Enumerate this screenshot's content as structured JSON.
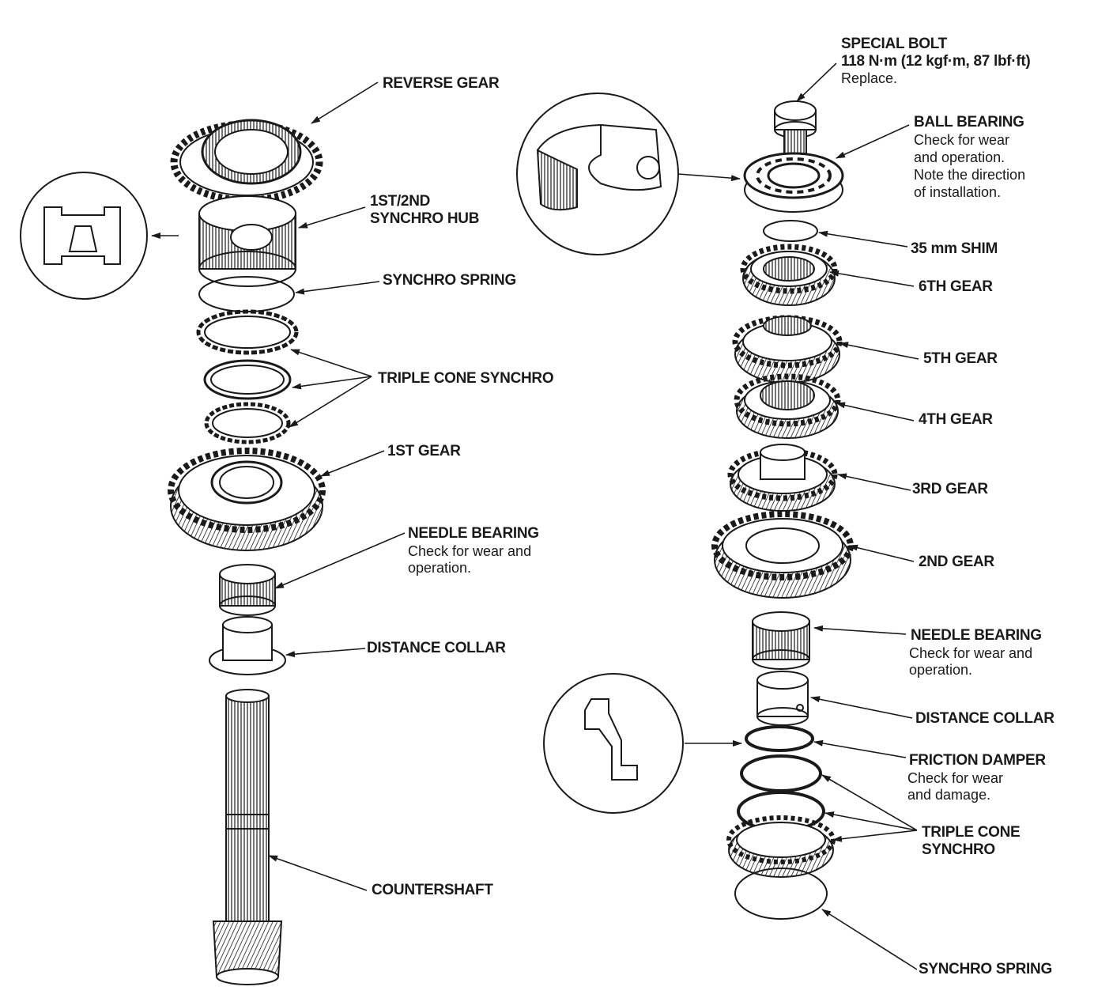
{
  "countershaft_labels": {
    "reverse_gear": "REVERSE GEAR",
    "synchro_hub_1": "1ST/2ND",
    "synchro_hub_2": "SYNCHRO HUB",
    "synchro_spring": "SYNCHRO SPRING",
    "triple_cone_synchro": "TRIPLE CONE SYNCHRO",
    "first_gear": "1ST GEAR",
    "needle_bearing": "NEEDLE BEARING",
    "needle_bearing_note_1": "Check for wear and",
    "needle_bearing_note_2": "operation.",
    "distance_collar": "DISTANCE COLLAR",
    "countershaft": "COUNTERSHAFT"
  },
  "mainshaft_labels": {
    "special_bolt": "SPECIAL BOLT",
    "special_bolt_torque": "118 N·m (12 kgf·m, 87 lbf·ft)",
    "special_bolt_note": "Replace.",
    "ball_bearing": "BALL BEARING",
    "ball_bearing_note_1": "Check for wear",
    "ball_bearing_note_2": "and operation.",
    "ball_bearing_note_3": "Note the direction",
    "ball_bearing_note_4": "of installation.",
    "shim": "35 mm SHIM",
    "sixth_gear": "6TH GEAR",
    "fifth_gear": "5TH GEAR",
    "fourth_gear": "4TH GEAR",
    "third_gear": "3RD GEAR",
    "second_gear": "2ND GEAR",
    "needle_bearing": "NEEDLE BEARING",
    "needle_bearing_note_1": "Check for wear and",
    "needle_bearing_note_2": "operation.",
    "distance_collar": "DISTANCE COLLAR",
    "friction_damper": "FRICTION DAMPER",
    "friction_damper_note_1": "Check for wear",
    "friction_damper_note_2": "and damage.",
    "triple_cone_1": "TRIPLE CONE",
    "triple_cone_2": "SYNCHRO",
    "synchro_spring": "SYNCHRO SPRING"
  },
  "colors": {
    "ink": "#1a1a1a",
    "paper": "#ffffff",
    "shade": "#7a7a7a"
  }
}
